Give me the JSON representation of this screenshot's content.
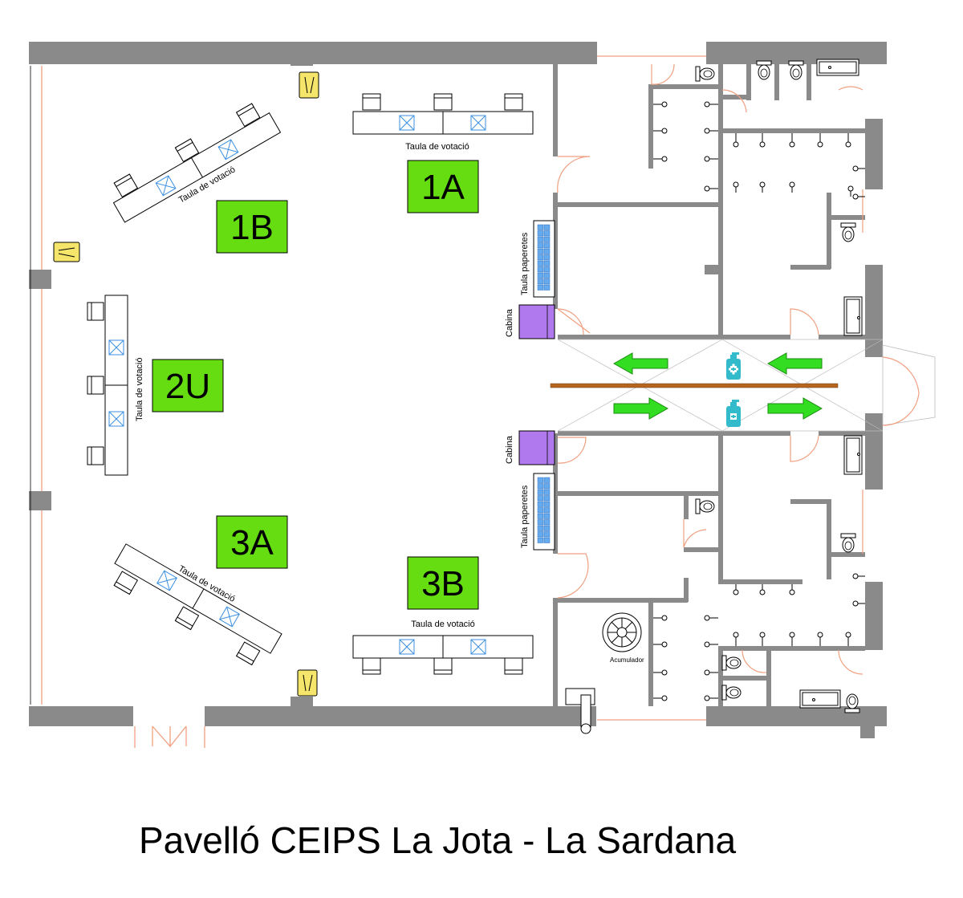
{
  "caption": "Pavelló CEIPS La Jota - La Sardana",
  "zones": {
    "z1A": "1A",
    "z1B": "1B",
    "z2U": "2U",
    "z3A": "3A",
    "z3B": "3B"
  },
  "labels": {
    "voting_table": "Taula de votació",
    "ballot_table": "Taula paperetes",
    "booth": "Cabina",
    "heater": "Acumulador"
  },
  "colors": {
    "wall": "#8a8a8a",
    "zone_green": "#66dd11",
    "booth_purple": "#b07aee",
    "arrow_green": "#33dd22",
    "divider_brown": "#b5651d",
    "door_salmon": "#f0a080",
    "ballot_blue": "#66aaee",
    "bin_yellow": "#f5e66b",
    "sanitizer_teal": "#33bbcc"
  },
  "icons": {
    "arrows": [
      "arrow-left-icon",
      "arrow-left-icon",
      "arrow-right-icon",
      "arrow-right-icon"
    ],
    "sanitizer": "hand-sanitizer-icon",
    "bin": "trash-bin-icon",
    "toilet": "toilet-icon",
    "shower": "shower-tray-icon",
    "fan": "fan-icon"
  }
}
